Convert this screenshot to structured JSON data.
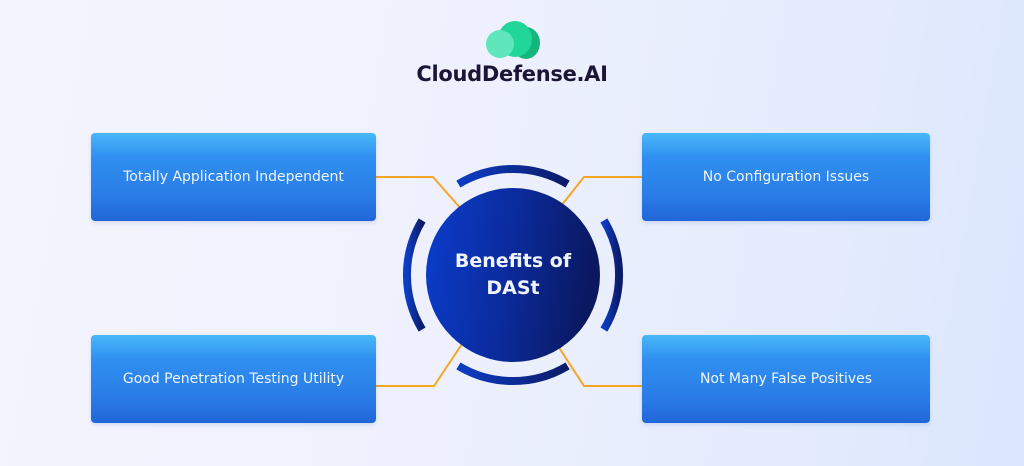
{
  "brand": {
    "name": "CloudDefense.AI",
    "logo_icon": "cloud-circles-icon",
    "colors": {
      "logo_light": "#5fe6bb",
      "logo_mid": "#20d699",
      "logo_dark": "#15b67d",
      "text": "#1c1538"
    }
  },
  "diagram": {
    "center": {
      "line1": "Benefits of",
      "line2": "DASt"
    },
    "benefits": [
      {
        "id": "tl",
        "label": "Totally Application Independent"
      },
      {
        "id": "tr",
        "label": "No Configuration Issues"
      },
      {
        "id": "bl",
        "label": "Good Penetration Testing Utility"
      },
      {
        "id": "br",
        "label": "Not Many False Positives"
      }
    ],
    "colors": {
      "box_top": "#49b8f8",
      "box_bottom": "#2166d8",
      "connector": "#f5a623",
      "core_left": "#0b3dcc",
      "core_right": "#0b1a66"
    }
  }
}
